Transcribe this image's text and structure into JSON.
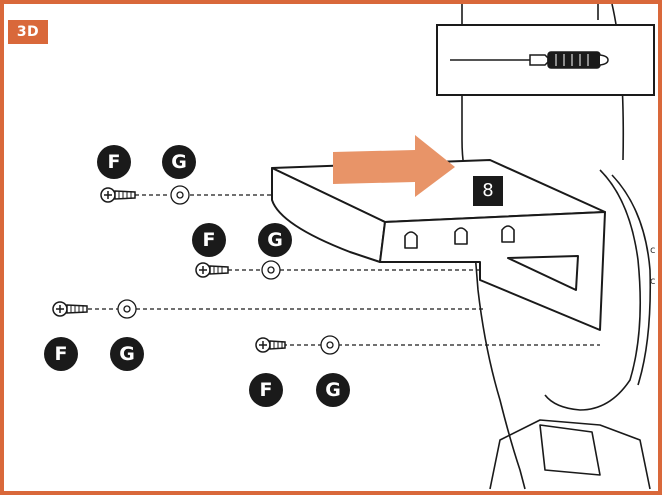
{
  "step": {
    "label": "3D"
  },
  "bracket": {
    "number": "8"
  },
  "screws": [
    {
      "screw_label": "F",
      "washer_label": "G"
    },
    {
      "screw_label": "F",
      "washer_label": "G"
    },
    {
      "screw_label": "F",
      "washer_label": "G"
    },
    {
      "screw_label": "F",
      "washer_label": "G"
    }
  ],
  "edge_marks": [
    "c",
    "c"
  ],
  "tool": {
    "icon": "screwdriver-icon"
  },
  "colors": {
    "frame": "#d9683a",
    "arrow": "#e89468",
    "ink": "#1a1a1a"
  }
}
